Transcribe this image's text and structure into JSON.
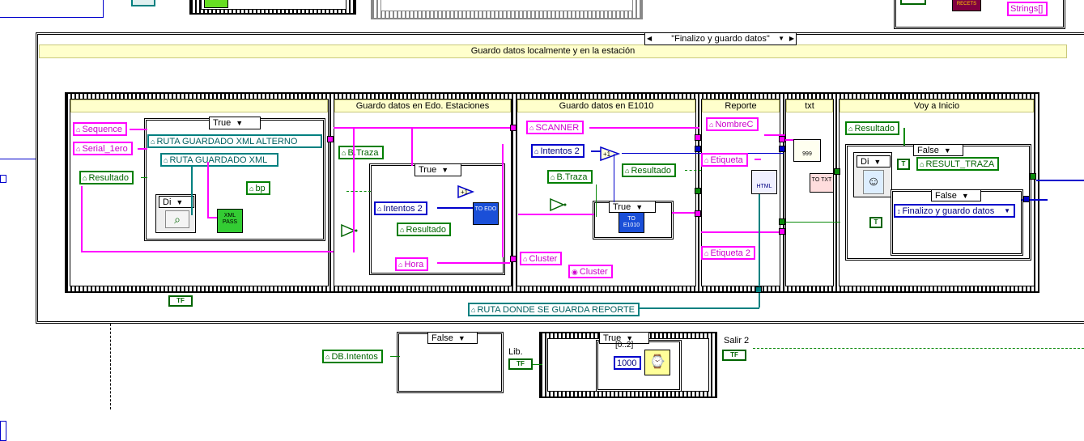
{
  "main_case": {
    "selector": "\"Finalizo y guardo datos\"",
    "header": "Guardo datos localmente y en la estación"
  },
  "sequence_frames": {
    "frame1": {
      "case_selector": "True",
      "labels": {
        "sequence": "Sequence",
        "serial": "Serial_1ero",
        "resultado": "Resultado",
        "ruta_alt": "RUTA GUARDADO XML ALTERNO",
        "ruta": "RUTA GUARDADO XML",
        "bp": "bp",
        "di": "Di"
      },
      "vi_text": "XML PASS"
    },
    "frame2": {
      "header": "Guardo datos en Edo. Estaciones",
      "case_selector": "True",
      "labels": {
        "btraza": "B.Traza",
        "intentos": "Intentos 2",
        "resultado": "Resultado",
        "hora": "Hora"
      },
      "vi_text": "TO EDO"
    },
    "frame3": {
      "header": "Guardo datos en E1010",
      "case_selector": "True",
      "labels": {
        "scanner": "SCANNER",
        "intentos": "Intentos 2",
        "btraza": "B.Traza",
        "resultado": "Resultado",
        "cluster_in": "Cluster",
        "cluster_out": "Cluster"
      },
      "vi_text": "TO E1010",
      "inc": "+1"
    },
    "frame4": {
      "header": "Reporte",
      "labels": {
        "nombre": "NombreC",
        "etiqueta": "Etiqueta",
        "etiqueta2": "Etiqueta 2"
      },
      "vi_text": "HTML"
    },
    "frame5": {
      "header": "txt",
      "vi_text": "TO TXT"
    },
    "frame6": {
      "header": "Voy a Inicio",
      "labels": {
        "resultado": "Resultado",
        "di": "Di",
        "result_traza": "RESULT_TRAZA",
        "finalizo": "Finalizo y guardo datos"
      },
      "outer_case": "False",
      "inner_case": "False"
    }
  },
  "ruta_reporte": "RUTA DONDE SE GUARDA REPORTE",
  "bool_tf": "TF",
  "bottom": {
    "db_intentos": "DB.Intentos",
    "case_false": "False",
    "lib_label": "Lib.",
    "case_true": "True",
    "wait_ms": "1000",
    "salir_label": "Salir 2",
    "iteration": "[0..2]"
  },
  "top": {
    "recets": "RECETS",
    "strings": "Strings[]"
  }
}
